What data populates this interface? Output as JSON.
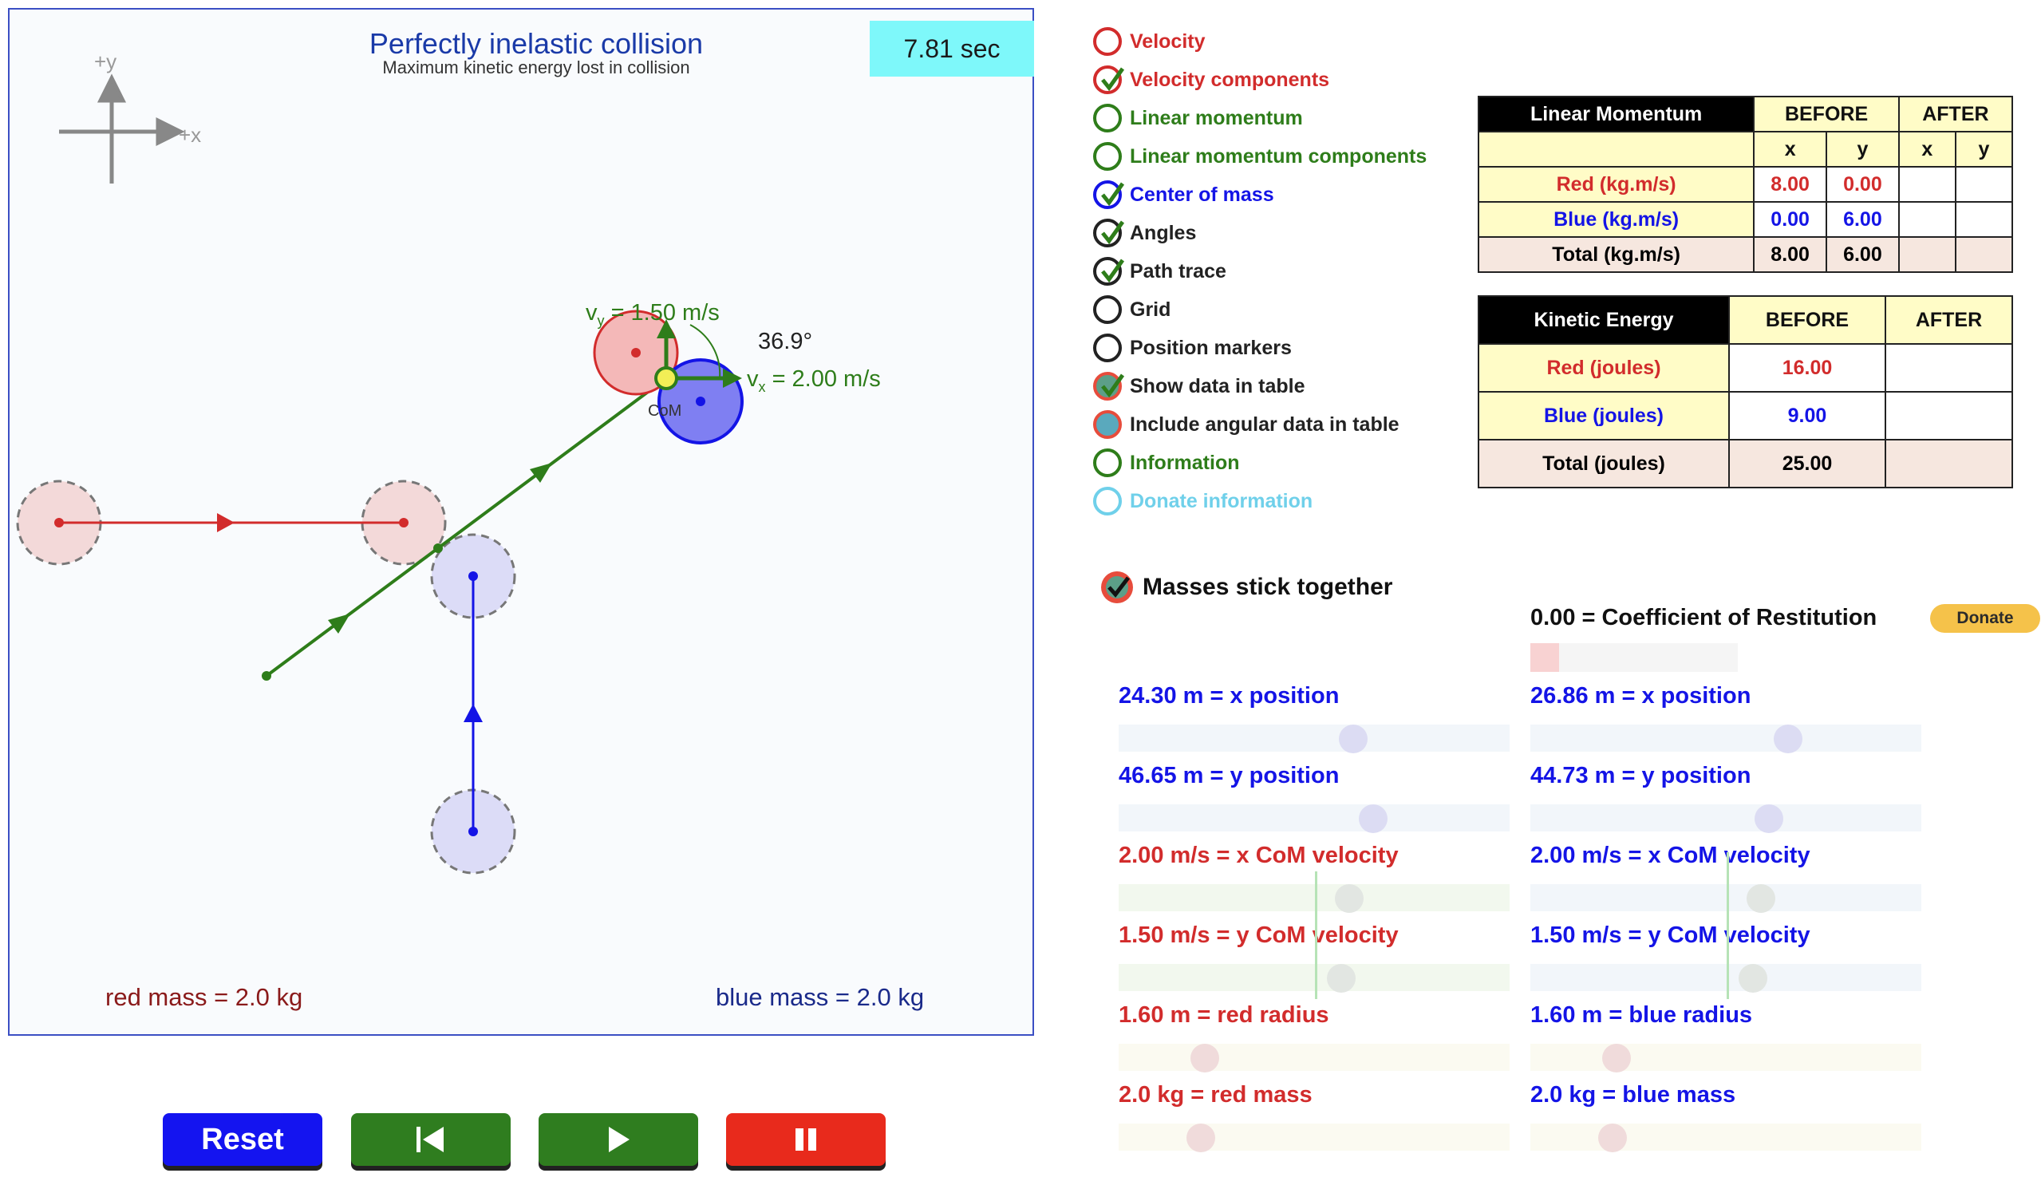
{
  "sim": {
    "title": "Perfectly inelastic collision",
    "subtitle": "Maximum kinetic energy lost in collision",
    "timer": "7.81 sec",
    "axis_y_label": "+y",
    "axis_x_label": "+x",
    "vy_label": "v",
    "vy_sub": "y",
    "vy_value": "= 1.50 m/s",
    "vx_label": "v",
    "vx_sub": "x",
    "vx_value": "= 2.00 m/s",
    "angle_label": "36.9°",
    "com_label": "CoM",
    "red_mass_label": "red mass = 2.0 kg",
    "blue_mass_label": "blue mass = 2.0 kg",
    "colors": {
      "red": "#d22c2c",
      "blue": "#1414e6",
      "green": "#2e7d1a"
    }
  },
  "controls": {
    "reset": "Reset",
    "step_back_icon": "skip-back-icon",
    "play_icon": "play-icon",
    "pause_icon": "pause-icon"
  },
  "options": [
    {
      "label": "Velocity",
      "checked": false,
      "color": "#d22c2c"
    },
    {
      "label": "Velocity components",
      "checked": true,
      "color": "#d22c2c"
    },
    {
      "label": "Linear momentum",
      "checked": false,
      "color": "#2e7d1a"
    },
    {
      "label": "Linear momentum components",
      "checked": false,
      "color": "#2e7d1a"
    },
    {
      "label": "Center of mass",
      "checked": true,
      "color": "#1414e6"
    },
    {
      "label": "Angles",
      "checked": true,
      "color": "#222222"
    },
    {
      "label": "Path trace",
      "checked": true,
      "color": "#222222"
    },
    {
      "label": "Grid",
      "checked": false,
      "color": "#222222"
    },
    {
      "label": "Position markers",
      "checked": false,
      "color": "#222222"
    },
    {
      "label": "Show data in table",
      "checked": true,
      "color": "#222222"
    },
    {
      "label": "Include angular data in table",
      "checked": false,
      "color": "#222222"
    },
    {
      "label": "Information",
      "checked": false,
      "color": "#2e7d1a"
    },
    {
      "label": "Donate information",
      "checked": false,
      "color": "#6fd0ea"
    }
  ],
  "momentum_table": {
    "title": "Linear Momentum",
    "before": "BEFORE",
    "after": "AFTER",
    "x": "x",
    "y": "y",
    "rows": [
      {
        "label": "Red (kg.m/s)",
        "bx": "8.00",
        "by": "0.00",
        "ax": "",
        "ay": ""
      },
      {
        "label": "Blue (kg.m/s)",
        "bx": "0.00",
        "by": "6.00",
        "ax": "",
        "ay": ""
      },
      {
        "label": "Total (kg.m/s)",
        "bx": "8.00",
        "by": "6.00",
        "ax": "",
        "ay": ""
      }
    ]
  },
  "energy_table": {
    "title": "Kinetic Energy",
    "before": "BEFORE",
    "after": "AFTER",
    "rows": [
      {
        "label": "Red (joules)",
        "before": "16.00",
        "after": ""
      },
      {
        "label": "Blue (joules)",
        "before": "9.00",
        "after": ""
      },
      {
        "label": "Total (joules)",
        "before": "25.00",
        "after": ""
      }
    ]
  },
  "stick": {
    "label": "Masses stick together",
    "checked": true
  },
  "restitution": {
    "label": "0.00 = Coefficient of Restitution",
    "value": 0.0
  },
  "donate": "Donate",
  "sliders_left": [
    {
      "label": "24.30 m = x position",
      "color": "#1414e6",
      "fraction": 0.6
    },
    {
      "label": "46.65 m = y position",
      "color": "#1414e6",
      "fraction": 0.65
    },
    {
      "label": "2.00 m/s = x CoM velocity",
      "color": "#d22c2c",
      "fraction": 0.59
    },
    {
      "label": "1.50 m/s = y CoM velocity",
      "color": "#d22c2c",
      "fraction": 0.57
    },
    {
      "label": "1.60 m = red radius",
      "color": "#d22c2c",
      "fraction": 0.22
    },
    {
      "label": "2.0 kg = red mass",
      "color": "#d22c2c",
      "fraction": 0.21
    }
  ],
  "sliders_right": [
    {
      "label": "26.86 m = x position",
      "color": "#1414e6",
      "fraction": 0.66
    },
    {
      "label": "44.73 m = y position",
      "color": "#1414e6",
      "fraction": 0.61
    },
    {
      "label": "2.00 m/s = x CoM velocity",
      "color": "#1414e6",
      "fraction": 0.59
    },
    {
      "label": "1.50 m/s = y CoM velocity",
      "color": "#1414e6",
      "fraction": 0.57
    },
    {
      "label": "1.60 m = blue radius",
      "color": "#1414e6",
      "fraction": 0.22
    },
    {
      "label": "2.0 kg = blue mass",
      "color": "#1414e6",
      "fraction": 0.21
    }
  ]
}
